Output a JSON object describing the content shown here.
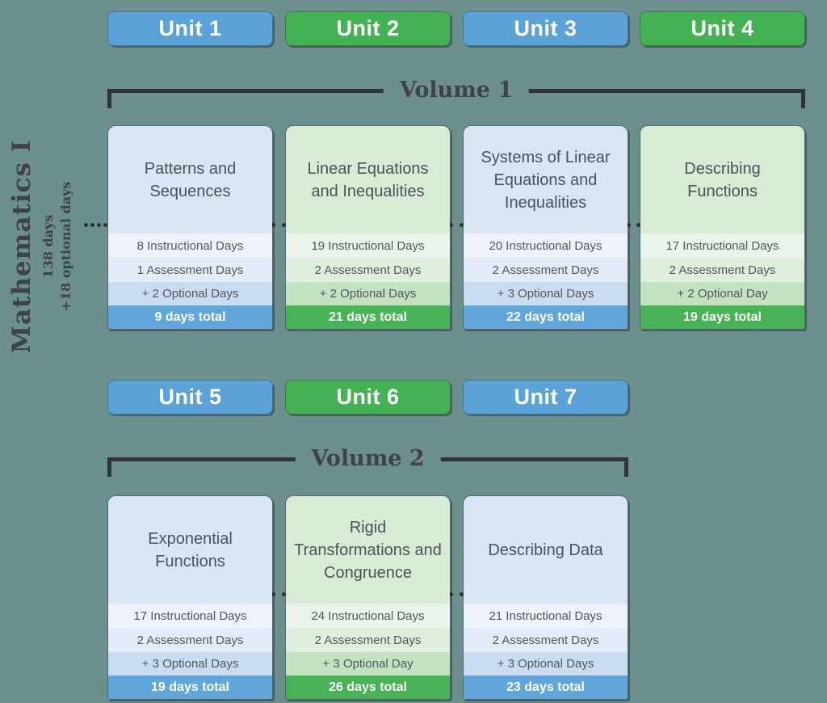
{
  "sidebar": {
    "course": "Mathematics I",
    "total_days": "138 days",
    "optional_days": "+18 optional days"
  },
  "volumes": [
    {
      "label": "Volume 1",
      "units": [
        {
          "header": "Unit 1",
          "theme": "blue",
          "title": "Patterns and Sequences",
          "rows": [
            "8 Instructional Days",
            "1 Assessment Days",
            "+ 2 Optional Days"
          ],
          "total": "9 days total"
        },
        {
          "header": "Unit 2",
          "theme": "green",
          "title": "Linear Equations and Inequalities",
          "rows": [
            "19 Instructional Days",
            "2 Assessment Days",
            "+ 2 Optional Days"
          ],
          "total": "21 days total"
        },
        {
          "header": "Unit 3",
          "theme": "blue",
          "title": "Systems of Linear Equations and Inequalities",
          "rows": [
            "20 Instructional Days",
            "2 Assessment Days",
            "+ 3 Optional Days"
          ],
          "total": "22 days total"
        },
        {
          "header": "Unit 4",
          "theme": "green",
          "title": "Describing Functions",
          "rows": [
            "17 Instructional Days",
            "2 Assessment Days",
            "+ 2 Optional Day"
          ],
          "total": "19 days total"
        }
      ]
    },
    {
      "label": "Volume 2",
      "units": [
        {
          "header": "Unit 5",
          "theme": "blue",
          "title": "Exponential Functions",
          "rows": [
            "17 Instructional Days",
            "2 Assessment Days",
            "+ 3 Optional Days"
          ],
          "total": "19 days total"
        },
        {
          "header": "Unit 6",
          "theme": "green",
          "title": "Rigid Transformations and Congruence",
          "rows": [
            "24 Instructional Days",
            "2 Assessment Days",
            "+ 3 Optional Day"
          ],
          "total": "26 days total"
        },
        {
          "header": "Unit 7",
          "theme": "blue",
          "title": "Describing Data",
          "rows": [
            "21 Instructional Days",
            "2 Assessment Days",
            "+ 3 Optional Days"
          ],
          "total": "23 days total"
        }
      ]
    }
  ],
  "colors": {
    "background": "#6d8f8e",
    "blue_accent": "#5aa2d7",
    "green_accent": "#45b155",
    "blue_card": "#d9e4f5",
    "green_card": "#d7ebd5",
    "bracket": "#2e3335",
    "text_dark": "#4d5257"
  }
}
